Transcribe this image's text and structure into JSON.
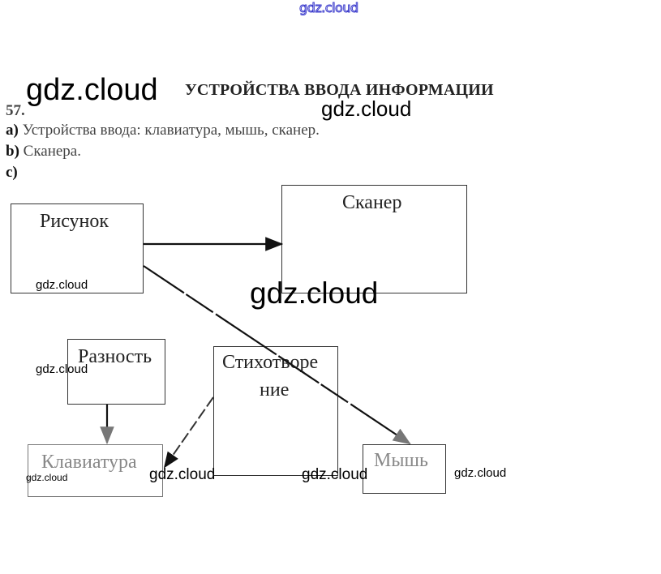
{
  "watermarks": {
    "top": "gdz.cloud",
    "big": "gdz.cloud",
    "header_right": "gdz.cloud",
    "center": "gdz.cloud",
    "risunok": "gdz.cloud",
    "raznost": "gdz.cloud",
    "klaviatura": "gdz.cloud",
    "bottom_left": "gdz.cloud",
    "bottom_mid": "gdz.cloud",
    "mysh": "gdz.cloud"
  },
  "document": {
    "heading": "УСТРОЙСТВА ВВОДА ИНФОРМАЦИИ",
    "exercise_number": "57.",
    "answers": [
      {
        "marker": "a)",
        "text": " Устройства ввода: клавиатура, мышь, сканер."
      },
      {
        "marker": "b)",
        "text": " Сканера."
      },
      {
        "marker": "c)",
        "text": ""
      }
    ]
  },
  "diagram": {
    "nodes": {
      "risunok": "Рисунок",
      "scanner": "Сканер",
      "raznost": "Разность",
      "stikhotvorenie_line1": "Стихотворе",
      "stikhotvorenie_line2": "ние",
      "klaviatura": "Клавиатура",
      "mysh": "Мышь"
    },
    "edges": [
      {
        "from": "Рисунок",
        "to": "Сканер"
      },
      {
        "from": "Рисунок",
        "to": "Мышь"
      },
      {
        "from": "Разность",
        "to": "Клавиатура"
      },
      {
        "from": "Стихотворение",
        "to": "Клавиатура"
      }
    ]
  }
}
